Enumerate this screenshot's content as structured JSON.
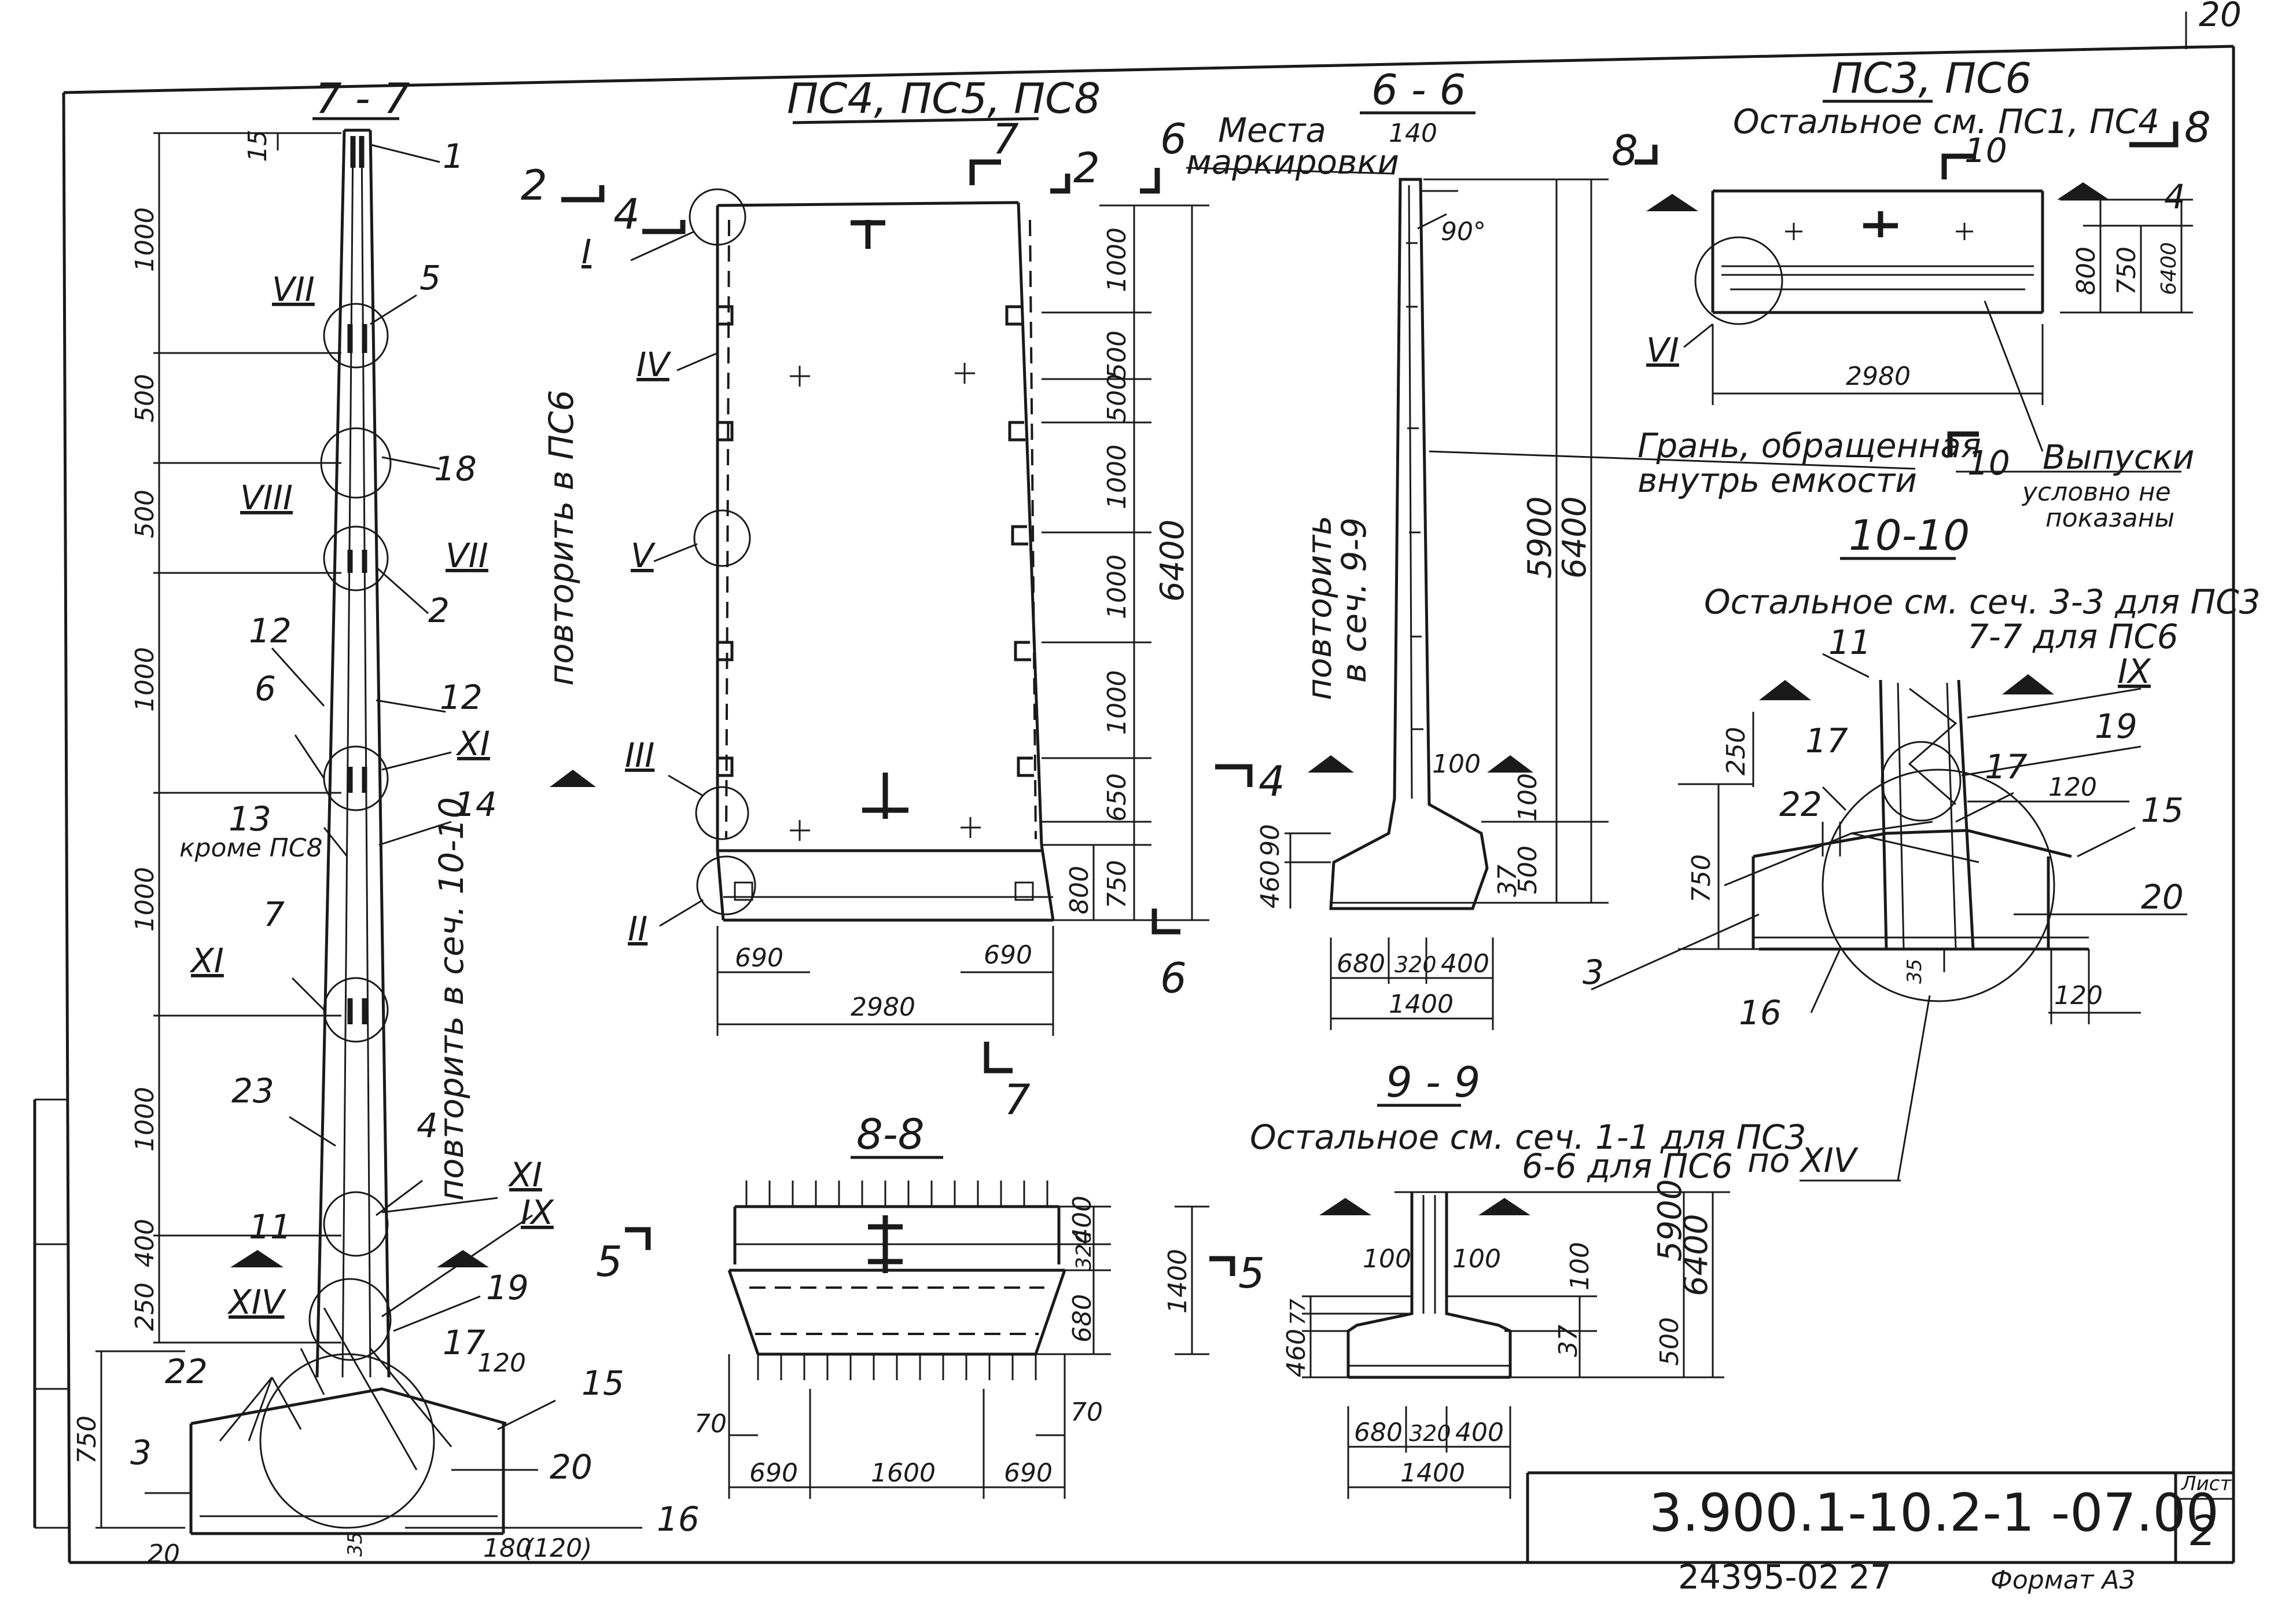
{
  "sheet": {
    "corner_fragment": "20",
    "doc_code": "3.900.1-10.2-1 -07.00",
    "sheet_label": "Лист",
    "sheet_no": "2",
    "inv_no": "24395-02",
    "inv_sub": "27",
    "format": "Формат А3"
  },
  "sec77": {
    "title": "7 - 7",
    "dims": [
      "15",
      "1000",
      "500",
      "500",
      "1000",
      "1000",
      "1000",
      "400",
      "250",
      "750",
      "20",
      "35",
      "180",
      "(120)",
      "120"
    ],
    "pos": [
      "1",
      "5",
      "18",
      "2",
      "12",
      "12",
      "6",
      "13",
      "14",
      "7",
      "23",
      "4",
      "11",
      "19",
      "17",
      "22",
      "3",
      "15",
      "20",
      "16"
    ],
    "notes": [
      "VII",
      "VIII",
      "VII",
      "XI",
      "XI",
      "XI",
      "IX",
      "XIV"
    ],
    "note_krome": "кроме ПС8",
    "note_repeat": "повторить в сеч. 10-10",
    "note_repeat_ps6": "повторить в ПС6"
  },
  "elev": {
    "title": "ПС4, ПС5, ПС8",
    "cut_marks": [
      "2",
      "4",
      "7",
      "2",
      "6",
      "4",
      "6",
      "7"
    ],
    "nodes": [
      "I",
      "IV",
      "V",
      "III",
      "II"
    ],
    "dims_right": [
      "1000",
      "500",
      "500",
      "1000",
      "1000",
      "1000",
      "650",
      "750",
      "800",
      "6400"
    ],
    "dims_bottom": [
      "690",
      "690",
      "2980"
    ]
  },
  "sec66": {
    "title": "6 - 6",
    "place_note_1": "Места",
    "place_note_2": "маркировки",
    "dims": [
      "140",
      "90°",
      "5900",
      "6400",
      "100",
      "100",
      "500",
      "37",
      "460",
      "90",
      "680",
      "320",
      "400",
      "1400"
    ],
    "face_note_1": "Грань, обращенная",
    "face_note_2": "внутрь емкости",
    "repeat_1": "повторить",
    "repeat_2": "в сеч. 9-9"
  },
  "ps36": {
    "title": "ПС3, ПС6",
    "subtitle": "Остальное см. ПС1, ПС4",
    "cut_marks": [
      "8",
      "8",
      "10",
      "4",
      "10"
    ],
    "node": "VI",
    "dims": [
      "800",
      "750",
      "6400",
      "2980"
    ],
    "outlet_note_1": "Выпуски",
    "outlet_note_2": "условно не",
    "outlet_note_3": "показаны"
  },
  "sec1010": {
    "title": "10-10",
    "note_1": "Остальное см. сеч. 3-3 для ПС3",
    "note_2": "7-7 для ПС6",
    "pos": [
      "11",
      "IX",
      "19",
      "17",
      "17",
      "22",
      "15",
      "3",
      "20",
      "16"
    ],
    "dims": [
      "250",
      "120",
      "750",
      "35",
      "120"
    ],
    "ref": "по XIV"
  },
  "sec88": {
    "title": "8-8",
    "cut": "5",
    "cut2": "5",
    "dims": [
      "400",
      "320",
      "680",
      "1400",
      "70",
      "70",
      "690",
      "1600",
      "690"
    ]
  },
  "sec99": {
    "title": "9 - 9",
    "note_1": "Остальное см. сеч. 1-1 для ПС3",
    "note_2": "6-6 для ПС6",
    "dims": [
      "100",
      "100",
      "100",
      "77",
      "460",
      "37",
      "500",
      "5900",
      "6400",
      "680",
      "320",
      "400",
      "1400"
    ]
  }
}
